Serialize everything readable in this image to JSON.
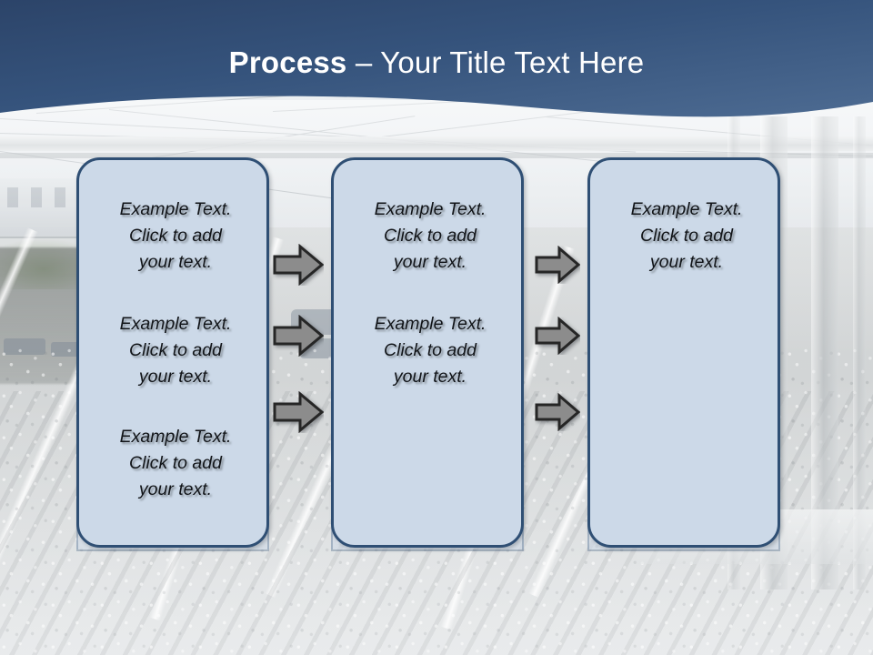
{
  "slide": {
    "title": {
      "bold_part": "Process",
      "rest_part": " – Your Title Text Here"
    },
    "theme": {
      "header_dark": "#2e4b70",
      "header_light": "#4a6party",
      "box_fill": "#ccd9e8",
      "box_border": "#2f4f74",
      "arrow_fill": "#8c8c8c",
      "arrow_outline": "#262626",
      "title_color": "#ffffff",
      "body_text_color": "#111418"
    },
    "boxes": [
      {
        "name": "process-box-1",
        "blocks": [
          "Example Text.\nClick  to add\nyour text.",
          "Example Text.\nClick  to add\nyour text.",
          "Example Text.\nClick  to add\nyour text."
        ]
      },
      {
        "name": "process-box-2",
        "blocks": [
          "Example Text.\nClick  to add\nyour text.",
          "Example Text.\nClick  to add\nyour text."
        ]
      },
      {
        "name": "process-box-3",
        "blocks": [
          "Example Text.\nClick  to add\nyour text."
        ]
      }
    ],
    "arrows": {
      "group_1_label": "arrow-right-icon",
      "group_2_label": "arrow-right-icon",
      "count_per_group": 3
    }
  }
}
